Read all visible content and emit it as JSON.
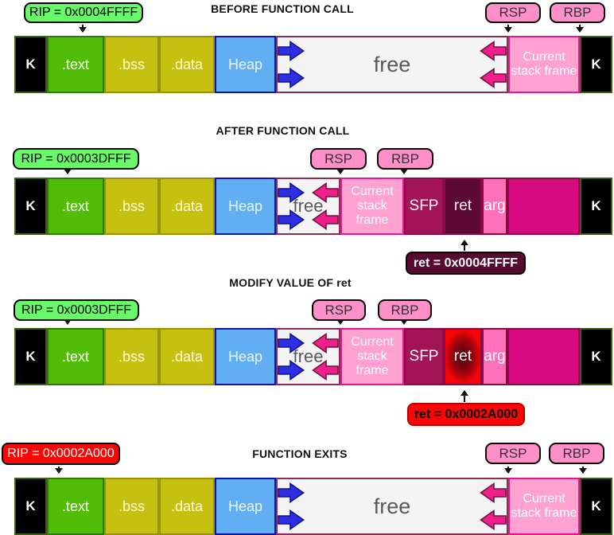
{
  "diagram": {
    "rows": [
      {
        "title": "BEFORE FUNCTION CALL",
        "rip": "RIP = 0x0004FFFF",
        "rsp": "RSP",
        "rbp": "RBP"
      },
      {
        "title": "AFTER FUNCTION CALL",
        "rip": "RIP = 0x0003DFFF",
        "rsp": "RSP",
        "rbp": "RBP",
        "ret": "ret = 0x0004FFFF"
      },
      {
        "title": "MODIFY VALUE OF ret",
        "rip": "RIP = 0x0003DFFF",
        "rsp": "RSP",
        "rbp": "RBP",
        "ret": "ret = 0x0002A000"
      },
      {
        "title": "FUNCTION EXITS",
        "rip": "RIP = 0x0002A000",
        "rsp": "RSP",
        "rbp": "RBP"
      }
    ]
  },
  "bars": {
    "row0": [
      {
        "label": "K",
        "type": "kernel"
      },
      {
        "label": ".text",
        "type": "text"
      },
      {
        "label": ".bss",
        "type": "bss"
      },
      {
        "label": ".data",
        "type": "data"
      },
      {
        "label": "Heap",
        "type": "heap"
      },
      {
        "label": "free",
        "type": "free free-lg"
      },
      {
        "label": "Current stack frame",
        "type": "csf"
      },
      {
        "label": "K",
        "type": "kernel"
      }
    ],
    "row1": [
      {
        "label": "K",
        "type": "kernel"
      },
      {
        "label": ".text",
        "type": "text"
      },
      {
        "label": ".bss",
        "type": "bss"
      },
      {
        "label": ".data",
        "type": "data"
      },
      {
        "label": "Heap",
        "type": "heap"
      },
      {
        "label": "free",
        "type": "free free-sm"
      },
      {
        "label": "Current stack frame",
        "type": "csf"
      },
      {
        "label": "SFP",
        "type": "sfp"
      },
      {
        "label": "ret",
        "type": "ret"
      },
      {
        "label": "arg",
        "type": "arg"
      },
      {
        "label": "",
        "type": "region"
      },
      {
        "label": "K",
        "type": "kernel"
      }
    ],
    "row2": [
      {
        "label": "K",
        "type": "kernel"
      },
      {
        "label": ".text",
        "type": "text"
      },
      {
        "label": ".bss",
        "type": "bss"
      },
      {
        "label": ".data",
        "type": "data"
      },
      {
        "label": "Heap",
        "type": "heap"
      },
      {
        "label": "free",
        "type": "free free-sm"
      },
      {
        "label": "Current stack frame",
        "type": "csf"
      },
      {
        "label": "SFP",
        "type": "sfp"
      },
      {
        "label": "ret",
        "type": "ret ret-hot"
      },
      {
        "label": "arg",
        "type": "arg"
      },
      {
        "label": "",
        "type": "region"
      },
      {
        "label": "K",
        "type": "kernel"
      }
    ],
    "row3": [
      {
        "label": "K",
        "type": "kernel"
      },
      {
        "label": ".text",
        "type": "text"
      },
      {
        "label": ".bss",
        "type": "bss"
      },
      {
        "label": ".data",
        "type": "data"
      },
      {
        "label": "Heap",
        "type": "heap"
      },
      {
        "label": "free",
        "type": "free free-lg"
      },
      {
        "label": "Current stack frame",
        "type": "csf"
      },
      {
        "label": "K",
        "type": "kernel"
      }
    ]
  },
  "colors": {
    "rip-green": "#69f869",
    "pill-pink": "#ff8fc8",
    "alert-red": "#fb0606",
    "ret-maroon": "#570a30",
    "kernel-fill": "#000000",
    "kernel-border": "#3a5f12",
    "text-fill": "#52bd09",
    "text-border": "#2f7a04",
    "data-fill": "#c6c011",
    "data-border": "#989303",
    "heap-fill": "#62aef2",
    "heap-border": "#1414a0",
    "free-fill": "#f4f4f4",
    "free-border": "#8c2d52",
    "csf-fill": "#ffa2d2",
    "csf-border": "#e8178d",
    "sfp-fill": "#a21358",
    "ret-fill": "#5c0a33",
    "arg-fill": "#ff70ba",
    "region-fill": "#d60b80",
    "stack-border": "#8b0a46",
    "heap-arrow": "#2d2fe3",
    "heap-arrow-border": "#10128e",
    "stack-arrow": "#f01f8c",
    "stack-arrow-border": "#70103c"
  }
}
